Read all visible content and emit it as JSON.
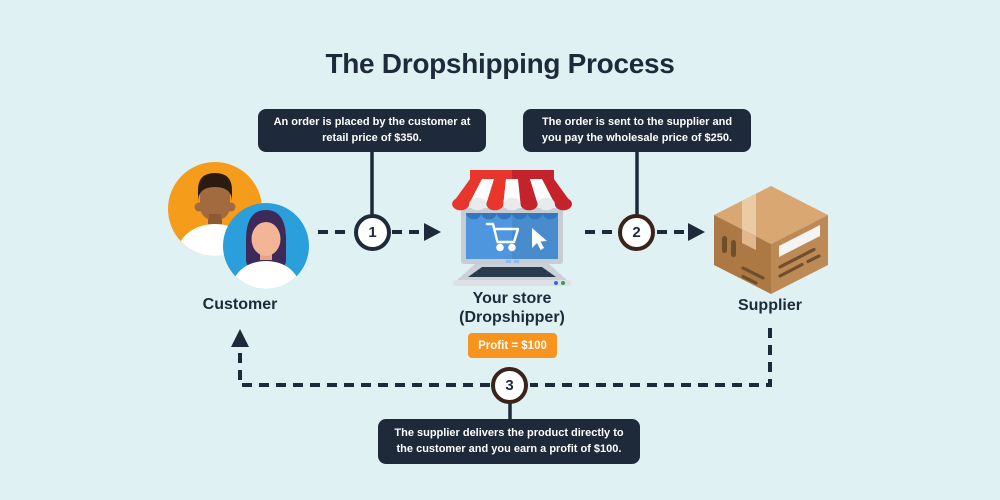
{
  "title": "The Dropshipping Process",
  "steps": [
    {
      "number": "1",
      "callout": "An order is placed by the customer at retail price of $350."
    },
    {
      "number": "2",
      "callout": "The order is sent to the supplier and you pay the wholesale price of $250."
    },
    {
      "number": "3",
      "callout": "The supplier delivers the product directly to the customer and you earn a profit of $100."
    }
  ],
  "entities": {
    "customer": {
      "label": "Customer",
      "icon": "customer-avatars-icon"
    },
    "store": {
      "label": "Your store (Dropshipper)",
      "icon": "storefront-laptop-icon"
    },
    "supplier": {
      "label": "Supplier",
      "icon": "package-box-icon"
    }
  },
  "profit_badge": {
    "label": "Profit = $100"
  },
  "colors": {
    "background": "#E0F1F3",
    "dark_navy": "#1E2A3A",
    "accent_orange": "#F8941D",
    "avatar_orange": "#F59C1B",
    "avatar_blue": "#2B9FDC",
    "awning_red_bright": "#E8362D",
    "awning_red_dark": "#C4232B",
    "screen_blue": "#4E97DE",
    "box_brown_right": "#BD8A55",
    "box_brown_left": "#AC7944",
    "box_brown_top": "#D8A772",
    "step2_3_circle_border": "#3A2318"
  }
}
